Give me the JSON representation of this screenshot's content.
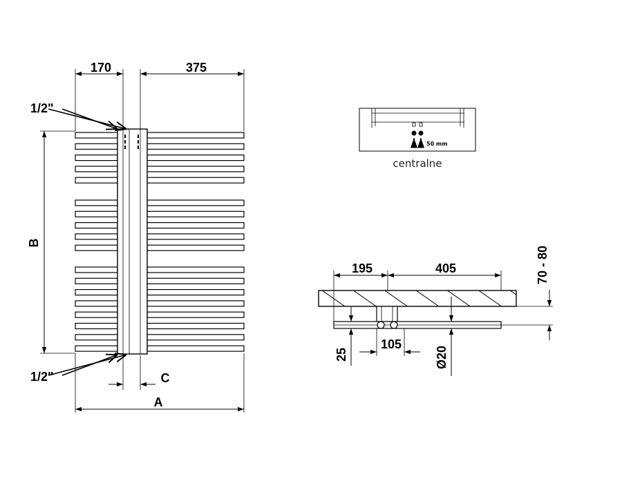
{
  "front_view": {
    "dim_left_width": "170",
    "dim_right_width": "375",
    "dim_height": "B",
    "dim_total_width": "A",
    "dim_collector": "C",
    "thread_top": "1/2\"",
    "thread_bottom": "1/2\""
  },
  "connection_view": {
    "spacing": "50 mm",
    "caption": "centralne"
  },
  "side_view": {
    "dim_left": "195",
    "dim_right": "405",
    "dim_wall_gap": "70 - 80",
    "dim_bracket_height": "25",
    "dim_center": "105",
    "dim_diameter": "Ø20"
  }
}
